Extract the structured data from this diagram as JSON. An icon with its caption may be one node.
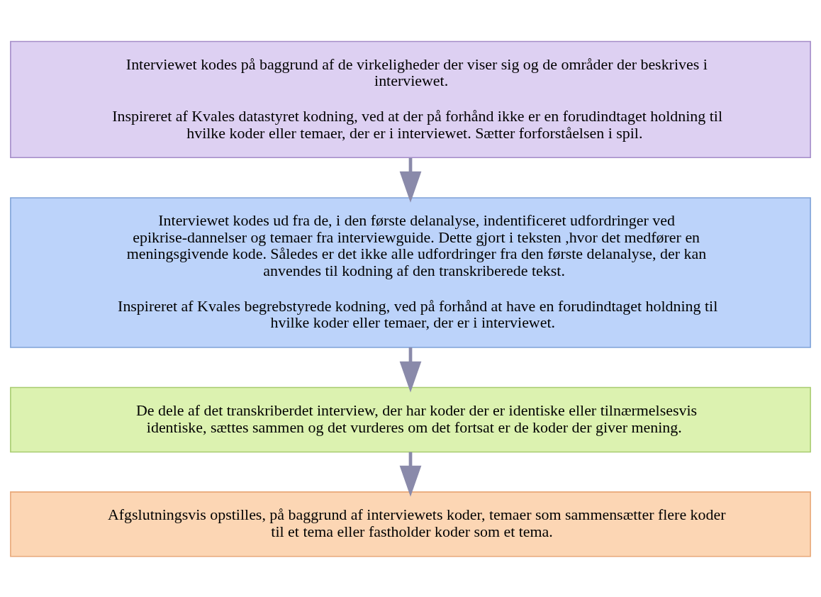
{
  "diagram": {
    "nodes": [
      {
        "text": [
          "Interviewet kodes på baggrund af de virkeligheder der viser sig og de områder der beskrives i interviewet.",
          "Inspireret af Kvales datastyret kodning, ved at der på forhånd ikke er en forudindtaget holdning til hvilke koder eller temaer, der er i interviewet. Sætter forforståelsen i spil."
        ]
      },
      {
        "text": [
          "Interviewet kodes ud fra de, i den første delanalyse, indentificeret udfordringer ved epikrise-dannelser og temaer fra interviewguide. Dette gjort i teksten ,hvor det medfører en meningsgivende kode. Således er det ikke alle udfordringer fra den første delanalyse, der kan anvendes til kodning af den transkriberede tekst.",
          "Inspireret af Kvales begrebstyrede kodning, ved på forhånd at have en forudindtaget holdning til hvilke koder eller temaer, der er i interviewet."
        ]
      },
      {
        "text": [
          "De dele af det transkriberdet interview, der har koder der er identiske eller tilnærmelsesvis identiske, sættes sammen og det vurderes om det fortsat er de koder der giver mening."
        ]
      },
      {
        "text": [
          "Afgslutningsvis opstilles, på baggrund af interviewets koder, temaer som sammensætter flere koder til et tema eller fastholder koder som et tema."
        ]
      }
    ],
    "edges": [
      {
        "from": 0,
        "to": 1,
        "arrow": "to"
      },
      {
        "from": 1,
        "to": 2,
        "arrow": "to"
      },
      {
        "from": 2,
        "to": 3,
        "arrow": "to"
      }
    ]
  }
}
